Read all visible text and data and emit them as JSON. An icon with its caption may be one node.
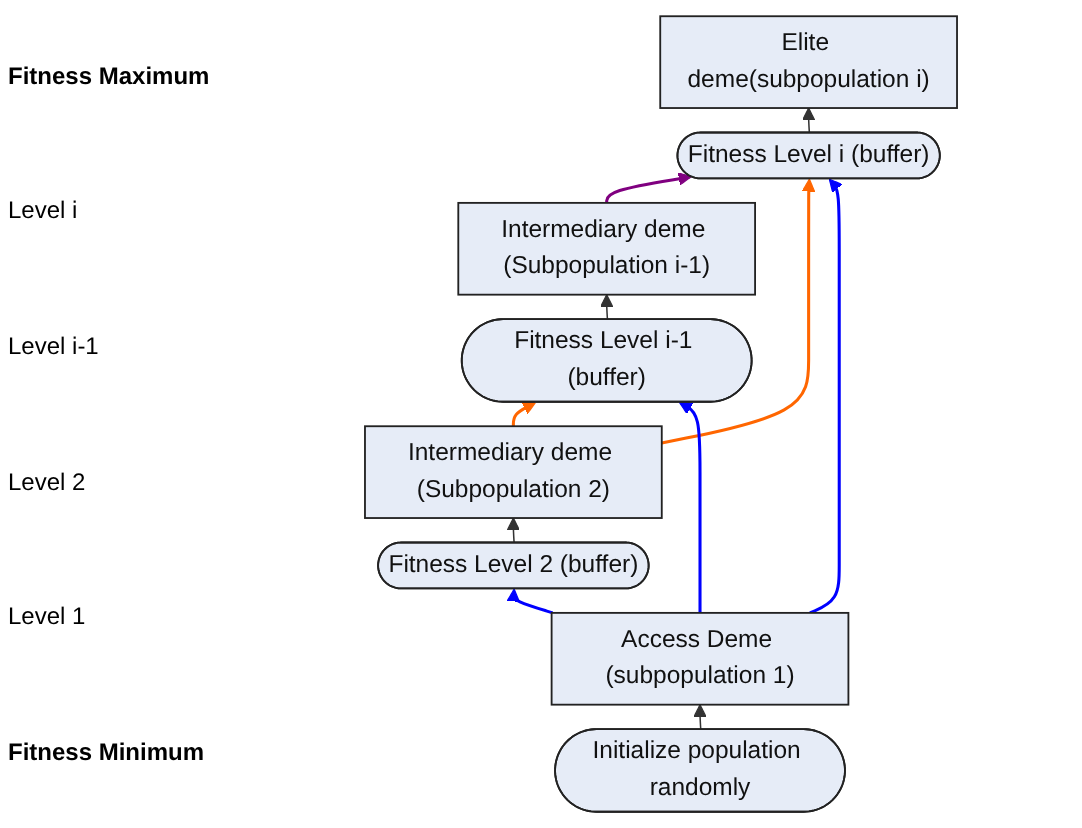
{
  "diagram": {
    "nodes": [
      {
        "text": [
          "Elite deme(subpopulation i)"
        ]
      },
      {
        "text": [
          "Fitness Level i (buffer)"
        ]
      },
      {
        "text": [
          "Intermediary deme (Subpopulation i-1)"
        ]
      },
      {
        "text": [
          "Fitness Level i-1 (buffer)"
        ]
      },
      {
        "text": [
          "Intermediary deme (Subpopulation 2)"
        ]
      },
      {
        "text": [
          "Fitness Level 2 (buffer)"
        ]
      },
      {
        "text": [
          "Access Deme (subpopulation 1)"
        ]
      },
      {
        "text": [
          "Initialize population randomly"
        ]
      }
    ],
    "edges": [
      {
        "from": 1,
        "to": 0,
        "arrow": "to"
      },
      {
        "from": 3,
        "to": 2,
        "arrow": "to"
      },
      {
        "from": 5,
        "to": 4,
        "arrow": "to"
      },
      {
        "from": 7,
        "to": 6,
        "arrow": "to"
      },
      {
        "from": 2,
        "to": 1,
        "arrow": "to",
        "color": "#800080"
      },
      {
        "from": 4,
        "to": 1,
        "arrow": "to",
        "color": "#ff6600"
      },
      {
        "from": 4,
        "to": 3,
        "arrow": "to",
        "color": "#ff6600"
      },
      {
        "from": 6,
        "to": 1,
        "arrow": "to",
        "color": "#0000ff"
      },
      {
        "from": 6,
        "to": 3,
        "arrow": "to",
        "color": "#0000ff"
      },
      {
        "from": 6,
        "to": 5,
        "arrow": "to",
        "color": "#0000ff"
      }
    ],
    "labels": [
      "Fitness Maximum",
      "Level i",
      "Level i-1",
      "Level 2",
      "Level 1",
      "Fitness Minimum"
    ]
  }
}
